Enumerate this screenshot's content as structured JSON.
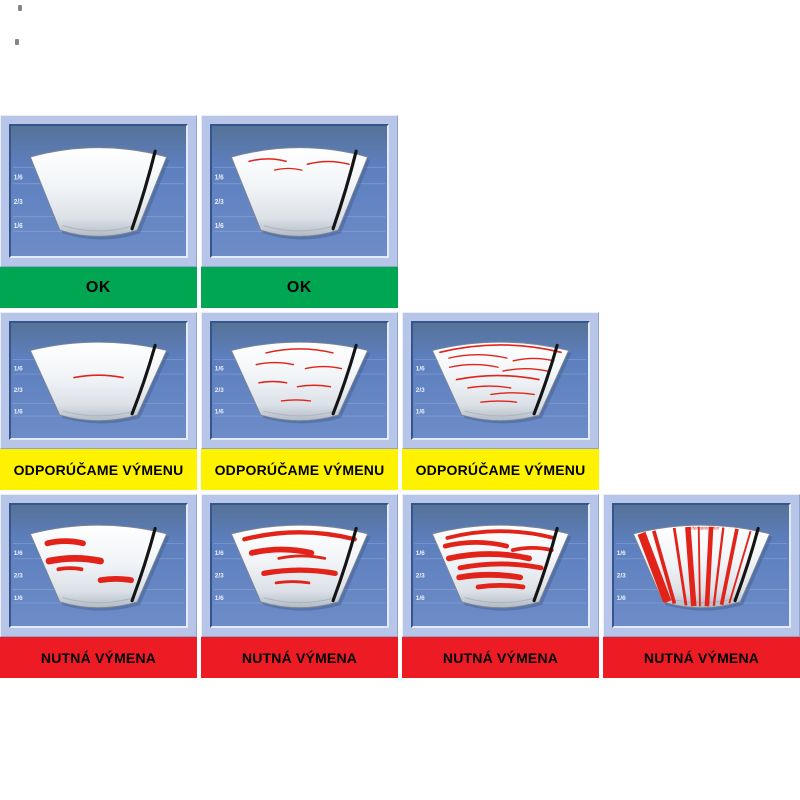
{
  "colors": {
    "page_bg": "#ffffff",
    "cell_bg": "#b6c5e8",
    "panel_bg": "#5d7fbe",
    "panel_line": "#93abd6",
    "scale_text": "#e9f0fb",
    "streak_red": "#e2231a",
    "blade_black": "#141414",
    "ok_green": "#00a651",
    "warn_yellow": "#fff200",
    "alert_red": "#ed1c24"
  },
  "scale_labels": [
    "1/6",
    "2/3",
    "1/6"
  ],
  "statuses": {
    "ok": {
      "label": "OK",
      "bg": "#00a651"
    },
    "recommend": {
      "label": "ODPORÚČAME VÝMENU",
      "bg": "#fff200"
    },
    "replace": {
      "label": "NUTNÁ VÝMENA",
      "bg": "#ed1c24"
    }
  },
  "note_text": "ratterratterratter",
  "rows": [
    {
      "status": "ok",
      "cells": [
        {
          "id": "clean",
          "streaks": []
        },
        {
          "id": "light-marks",
          "streaks": [
            [
              0.06,
              0.12,
              0.4,
              1.5
            ],
            [
              0.1,
              0.56,
              0.88,
              1.5
            ],
            [
              0.18,
              0.3,
              0.52,
              1.2
            ]
          ]
        }
      ]
    },
    {
      "status": "recommend",
      "cells": [
        {
          "id": "single-streak",
          "streaks": [
            [
              0.42,
              0.28,
              0.72,
              1.8
            ]
          ]
        },
        {
          "id": "few-streaks",
          "streaks": [
            [
              0.04,
              0.25,
              0.75,
              1.6
            ],
            [
              0.22,
              0.15,
              0.45,
              1.6
            ],
            [
              0.28,
              0.55,
              0.85,
              1.6
            ],
            [
              0.5,
              0.12,
              0.38,
              1.6
            ],
            [
              0.56,
              0.48,
              0.8,
              1.6
            ],
            [
              0.78,
              0.3,
              0.62,
              1.6
            ]
          ]
        },
        {
          "id": "many-streaks",
          "streaks": [
            [
              0.03,
              0.05,
              0.95,
              1.8
            ],
            [
              0.12,
              0.1,
              0.55,
              1.5
            ],
            [
              0.16,
              0.6,
              0.92,
              1.5
            ],
            [
              0.26,
              0.08,
              0.48,
              1.5
            ],
            [
              0.32,
              0.52,
              0.9,
              1.5
            ],
            [
              0.45,
              0.1,
              0.85,
              1.8
            ],
            [
              0.58,
              0.18,
              0.6,
              1.5
            ],
            [
              0.68,
              0.4,
              0.85,
              1.5
            ],
            [
              0.8,
              0.28,
              0.68,
              1.5
            ]
          ]
        }
      ]
    },
    {
      "status": "replace",
      "cells": [
        {
          "id": "heavy-smears",
          "streaks": [
            [
              0.14,
              0.1,
              0.38,
              6
            ],
            [
              0.4,
              0.06,
              0.52,
              7
            ],
            [
              0.52,
              0.12,
              0.34,
              4
            ],
            [
              0.68,
              0.52,
              0.84,
              6
            ]
          ]
        },
        {
          "id": "heavy-streaks",
          "streaks": [
            [
              0.08,
              0.08,
              0.92,
              4.5
            ],
            [
              0.28,
              0.1,
              0.6,
              6
            ],
            [
              0.36,
              0.32,
              0.72,
              3
            ],
            [
              0.58,
              0.15,
              0.85,
              5.5
            ],
            [
              0.72,
              0.25,
              0.6,
              3
            ]
          ]
        },
        {
          "id": "dense-heavy-streaks",
          "streaks": [
            [
              0.06,
              0.1,
              0.9,
              4
            ],
            [
              0.18,
              0.06,
              0.55,
              5
            ],
            [
              0.24,
              0.6,
              0.92,
              4
            ],
            [
              0.36,
              0.05,
              0.75,
              6
            ],
            [
              0.5,
              0.12,
              0.88,
              5
            ],
            [
              0.64,
              0.08,
              0.7,
              6
            ],
            [
              0.78,
              0.25,
              0.75,
              5
            ]
          ]
        },
        {
          "id": "vertical-bands",
          "streaks": [],
          "note": true,
          "bands": [
            [
              0.06,
              9
            ],
            [
              0.15,
              4
            ],
            [
              0.3,
              3
            ],
            [
              0.4,
              6
            ],
            [
              0.48,
              2
            ],
            [
              0.57,
              5
            ],
            [
              0.66,
              2.5
            ],
            [
              0.76,
              4
            ],
            [
              0.86,
              2
            ]
          ]
        }
      ]
    }
  ]
}
